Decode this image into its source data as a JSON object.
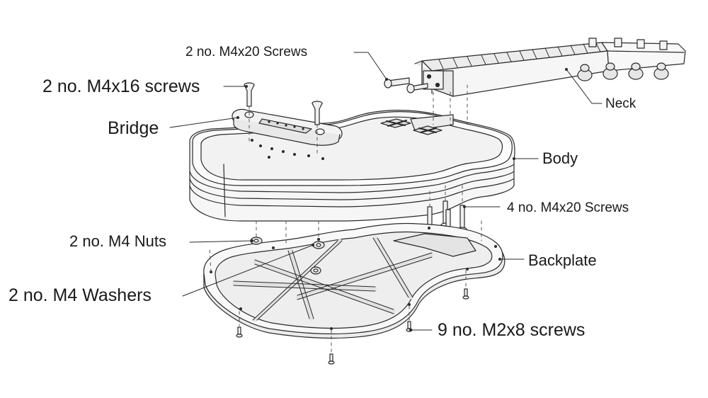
{
  "labels": {
    "neck_screws": "2 no. M4x20 Screws",
    "bridge_screws": "2 no. M4x16 screws",
    "bridge": "Bridge",
    "neck": "Neck",
    "body": "Body",
    "body_screws": "4 no. M4x20 Screws",
    "nuts": "2 no. M4 Nuts",
    "backplate": "Backplate",
    "washers": "2 no. M4 Washers",
    "backplate_screws": "9 no. M2x8 screws"
  },
  "colors": {
    "line": "#2a2a2a",
    "fill": "#f4f4f4",
    "shade": "#dcdcdc",
    "dark": "#bdbdbd"
  }
}
